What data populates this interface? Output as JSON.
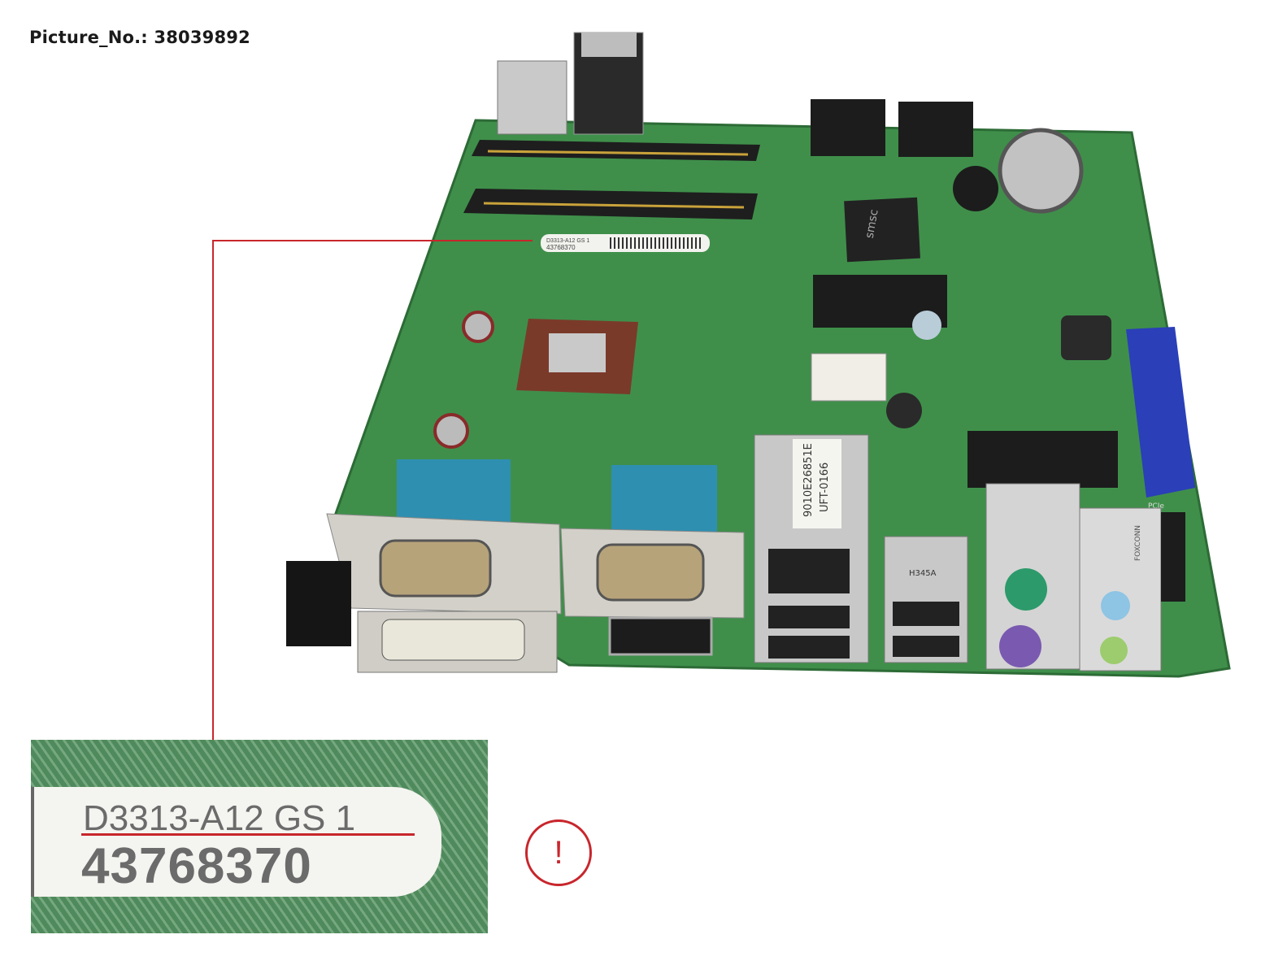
{
  "header": {
    "picture_number": "Picture_No.: 38039892"
  },
  "board_label": {
    "model": "D3313-A12 GS 1",
    "serial": "43768370"
  },
  "inset_label": {
    "model": "D3313-A12 GS 1",
    "serial": "43768370"
  },
  "board_markings": {
    "lan_label_line1": "9010E26851E",
    "lan_label_line2": "UFT-0166",
    "usb_marking": "H345A",
    "chip_marking": "smsc",
    "audio_marking": "FOXCONN",
    "slot_marking": "PCIe"
  },
  "warning": {
    "icon": "exclamation-circle-icon",
    "symbol": "!"
  },
  "colors": {
    "accent_red": "#c8262c",
    "pcb_green": "#3f8f4a",
    "vga_blue": "#2e8fb0",
    "pcie_blue": "#2a3fb8"
  }
}
